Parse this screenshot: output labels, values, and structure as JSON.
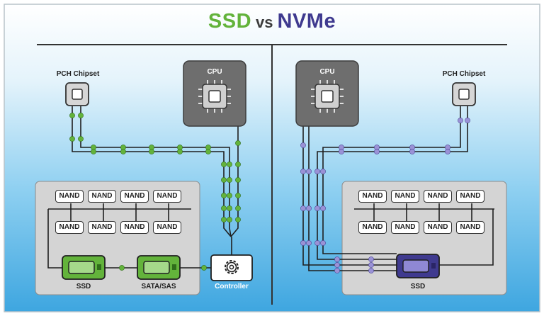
{
  "title": {
    "ssd": "SSD",
    "vs": "vs",
    "nvme": "NVMe"
  },
  "colors": {
    "ssd_green": "#63b33b",
    "nvme_purple": "#3f3a8f",
    "bus_line": "#1f1f1f",
    "panel_gray": "#d3d3d3",
    "cpu_dark": "#6e6e6e",
    "bg_blue": "#4aa8df"
  },
  "left": {
    "pch_label": "PCH Chipset",
    "cpu_label": "CPU",
    "nand_label": "NAND",
    "ssd_label": "SSD",
    "sata_label": "SATA/SAS",
    "controller_label": "Controller"
  },
  "right": {
    "cpu_label": "CPU",
    "pch_label": "PCH Chipset",
    "nand_label": "NAND",
    "ssd_label": "SSD"
  },
  "icons": [
    "chip-icon",
    "cpu-icon",
    "gear-icon",
    "drive-icon"
  ]
}
